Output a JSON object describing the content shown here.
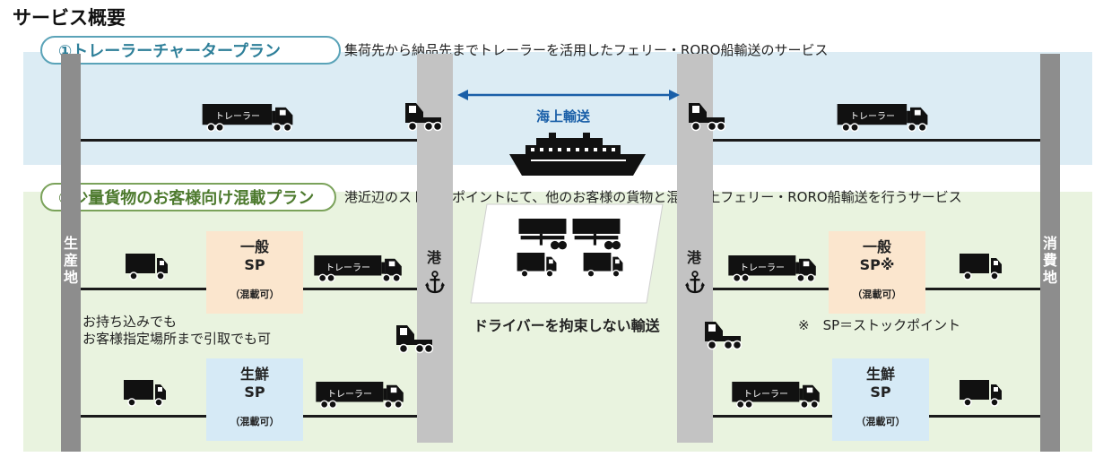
{
  "title": "サービス概要",
  "plan1": {
    "label": "①トレーラーチャータープラン",
    "description": "集荷先から納品先までトレーラーを活用したフェリー・RORO船輸送のサービス"
  },
  "plan2": {
    "label": "②少量貨物のお客様向け混載プラン",
    "description": "港近辺のストックポイントにて、他のお客様の貨物と混載の上フェリー・RORO船輸送を行うサービス"
  },
  "origin_label": "生産地",
  "destination_label": "消費地",
  "port_label": "港",
  "sea_transport": "海上輸送",
  "trailer_text": "トレーラー",
  "driver_note": "ドライバーを拘束しない輸送",
  "pickup_note": [
    "お持ち込みでも",
    "お客様指定場所まで引取でも可"
  ],
  "sp_note": "※　SP＝ストックポイント",
  "stock_points": {
    "left_general": {
      "name": "一般",
      "code": "SP",
      "tag": "（混載可）"
    },
    "left_fresh": {
      "name": "生鮮",
      "code": "SP",
      "tag": "（混載可）"
    },
    "right_general": {
      "name": "一般",
      "code": "SP※",
      "tag": "（混載可）"
    },
    "right_fresh": {
      "name": "生鮮",
      "code": "SP",
      "tag": "（混載可）"
    }
  },
  "colors": {
    "band_plan1": "#dcecf4",
    "band_plan2": "#e9f3df",
    "plan1_accent": "#2e7f99",
    "plan2_accent": "#4d7a2e",
    "sea_arrow": "#1a5fa8",
    "sp_general": "#fbe6ce",
    "sp_fresh": "#d6eaf6"
  }
}
